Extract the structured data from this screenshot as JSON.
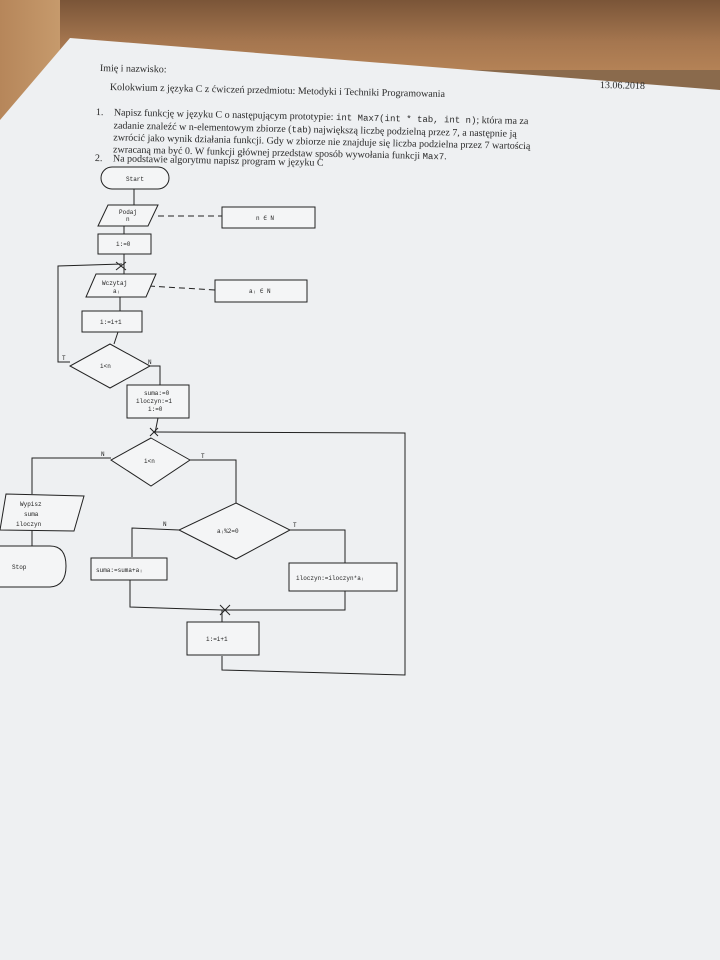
{
  "header": {
    "name_label": "Imię i nazwisko:",
    "date": "13.06.2018",
    "title": "Kolokwium z języka C z ćwiczeń przedmiotu: Metodyki i Techniki Programowania"
  },
  "questions": [
    {
      "number": "1.",
      "lines": [
        [
          "Napisz funkcję w języku C o następującym prototypie: ",
          "int Max7(int * tab, int n)",
          "; która ma za"
        ],
        [
          "zadanie znaleźć w n-elementowym zbiorze (",
          "tab",
          ") największą liczbę podzielną przez 7, a następnie ją"
        ],
        [
          "zwrócić jako wynik działania funkcji. Gdy w zbiorze nie znajduje się liczba podzielna przez 7 wartością"
        ],
        [
          "zwracaną ma być 0. W funkcji głównej przedstaw sposób wywołania funkcji ",
          "Max7",
          "."
        ]
      ]
    },
    {
      "number": "2.",
      "lines": [
        [
          "Na podstawie algorytmu napisz program w języku C"
        ]
      ]
    }
  ],
  "flowchart": {
    "start": "Start",
    "input_n": [
      "Podaj",
      "n"
    ],
    "note_n": "n ∈ N",
    "init_i": "i:=0",
    "input_a": [
      "Wczytaj",
      "aᵢ"
    ],
    "note_a": "aᵢ ∈ N",
    "inc_i_1": "i:=i+1",
    "cond_1": "i<n",
    "init_block": [
      "suma:=0",
      "iloczyn:=1",
      "i:=0"
    ],
    "cond_2": "i<n",
    "cond_3": "aᵢ%2=0",
    "sum_block": "suma:=suma+aᵢ",
    "prod_block": "iloczyn:=iloczyn*aᵢ",
    "inc_i_2": "i:=i+1",
    "output": [
      "Wypisz",
      "suma",
      "iloczyn"
    ],
    "stop": "Stop",
    "label_t": "T",
    "label_n": "N"
  }
}
